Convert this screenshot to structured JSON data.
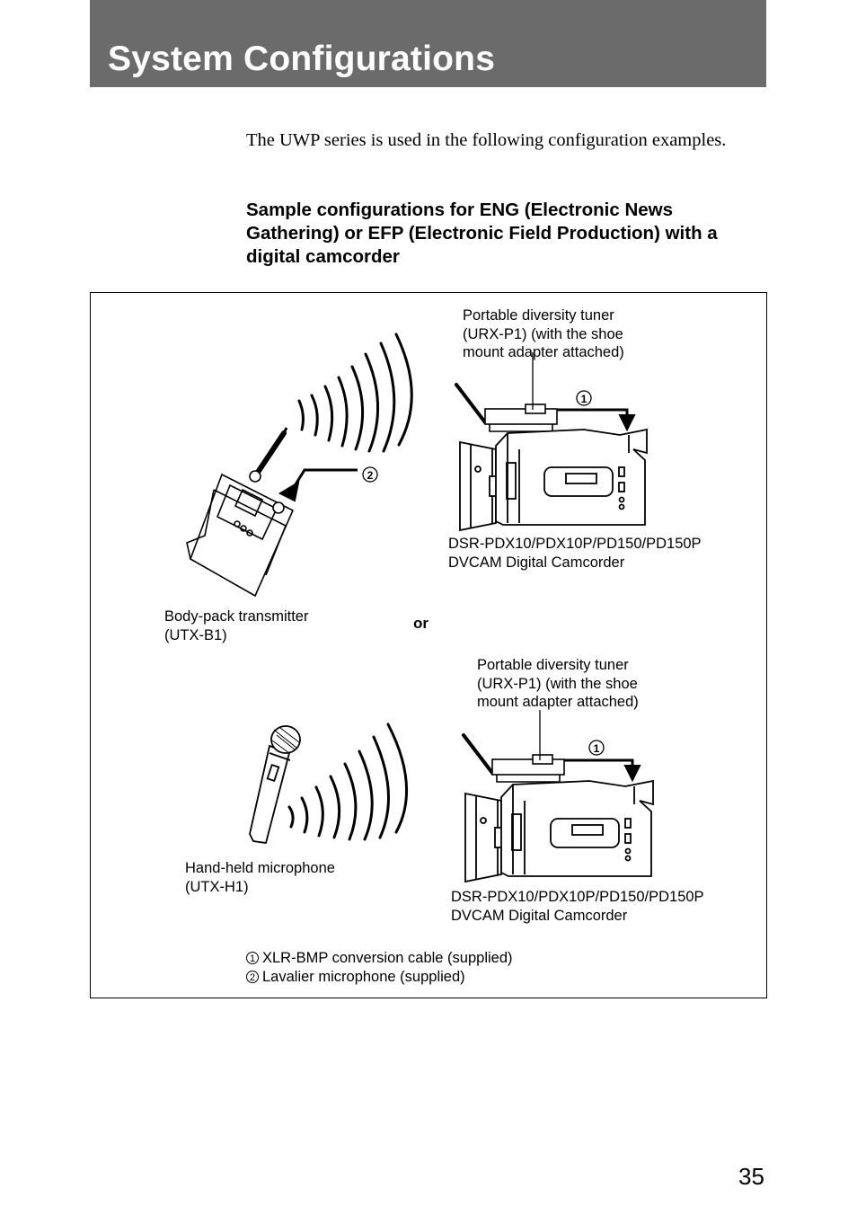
{
  "page": {
    "title": "System Configurations",
    "intro": "The UWP series is used in the following configuration examples.",
    "subhead": "Sample configurations for ENG (Electronic News Gathering) or EFP (Electronic Field Production) with a digital camcorder",
    "page_number": "35"
  },
  "figure": {
    "tuner_label_top": [
      "Portable diversity tuner",
      "(URX-P1) (with the shoe",
      "mount adapter attached)"
    ],
    "camcorder_label_top": [
      "DSR-PDX10/PDX10P/PD150/PD150P",
      "DVCAM Digital Camcorder"
    ],
    "transmitter_label": [
      "Body-pack transmitter",
      "(UTX-B1)"
    ],
    "or_label": "or",
    "tuner_label_bottom": [
      "Portable diversity tuner",
      "(URX-P1) (with the shoe",
      "mount adapter attached)"
    ],
    "microphone_label": [
      "Hand-held microphone",
      "(UTX-H1)"
    ],
    "camcorder_label_bottom": [
      "DSR-PDX10/PDX10P/PD150/PD150P",
      "DVCAM Digital Camcorder"
    ],
    "callout_1": "1",
    "callout_2": "2",
    "legend": [
      {
        "num": "1",
        "text": "XLR-BMP conversion cable (supplied)"
      },
      {
        "num": "2",
        "text": "Lavalier microphone (supplied)"
      }
    ],
    "icons": [
      "antenna-waves-icon",
      "bodypack-transmitter-icon",
      "handheld-microphone-icon",
      "tuner-icon",
      "camcorder-icon"
    ]
  }
}
